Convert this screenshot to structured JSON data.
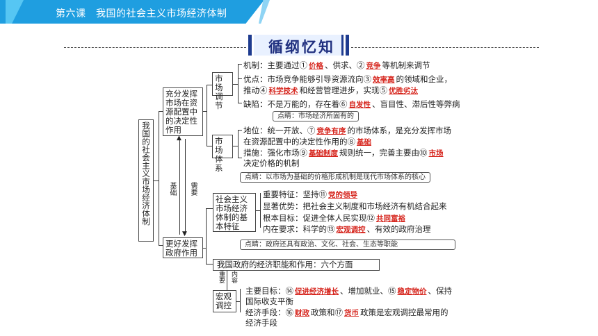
{
  "header": {
    "title": "第六课　我国的社会主义市场经济体制"
  },
  "banner": {
    "title": "循纲忆知"
  },
  "root": {
    "label": "我国的社会主义市场经济体制"
  },
  "side": {
    "basis": "基础",
    "need": "需要"
  },
  "decisive": {
    "label": "充分发挥市场在资源配置中的决定性作用"
  },
  "gov_role": {
    "label": "更好发挥政府作用"
  },
  "market_adjust": {
    "label": "市场调节"
  },
  "market_system": {
    "label": "市场体系"
  },
  "mech": {
    "a": "机制：主要通过①",
    "b1": "价格",
    "c": "、供求、②",
    "b2": "竞争",
    "d": "等机制来调节"
  },
  "adv": {
    "a": "优点：市场竞争能够引导资源流向③",
    "b1": "效率高",
    "c": "的领域和企业，"
  },
  "adv2": {
    "a": "推动④",
    "b1": "科学技术",
    "c": "和经营管理进步，实现⑤",
    "b2": "优胜劣汰"
  },
  "flaw": {
    "a": "缺陷：不是万能的，存在着⑥",
    "b1": "自发性",
    "c": "、盲目性、滞后性等弊病"
  },
  "note1": "点睛：市场经济所固有的",
  "status": {
    "a": "地位：统一开放、⑦",
    "b1": "竞争有序",
    "c": "的市场体系，是充分发挥市场"
  },
  "status2": {
    "a": "在资源配置中的决定性作用的⑧",
    "b1": "基础"
  },
  "measure": {
    "a": "措施：强化市场⑨",
    "b1": "基础制度",
    "c": "规则统一，完善主要由⑩",
    "b2": "市场"
  },
  "measure2": "决定价格的机制",
  "note2": "点睛：以市场为基础的价格形成机制是现代市场体系的核心",
  "basic": {
    "label": "社会主义市场经济体制的基本特征"
  },
  "f1": {
    "a": "重要特征：坚持⑪",
    "b1": "党的领导"
  },
  "f2": "显著优势：把社会主义制度和市场经济有机结合起来",
  "f3": {
    "a": "根本目标：促进全体人民实现⑫",
    "b1": "共同富裕"
  },
  "f4": {
    "a": "内在要求：科学的⑬",
    "b1": "宏观调控",
    "c": "、有效的政府治理"
  },
  "note3": "点睛：政府还具有政治、文化、社会、生态等职能",
  "functions": "我国政府的经济职能和作用：六个方面",
  "important": "重要",
  "content": "内容",
  "macro": {
    "label": "宏观调控"
  },
  "goal": {
    "a": "主要目标：⑭",
    "b1": "促进经济增长",
    "c": "、增加就业、⑮",
    "b2": "稳定物价",
    "d": "、保持"
  },
  "goal2": "国际收支平衡",
  "means": {
    "a": "经济手段：⑯",
    "b1": "财政",
    "c": "政策和⑰",
    "b2": "货币",
    "d": "政策是宏观调控最常用的"
  },
  "means2": "经济手段"
}
